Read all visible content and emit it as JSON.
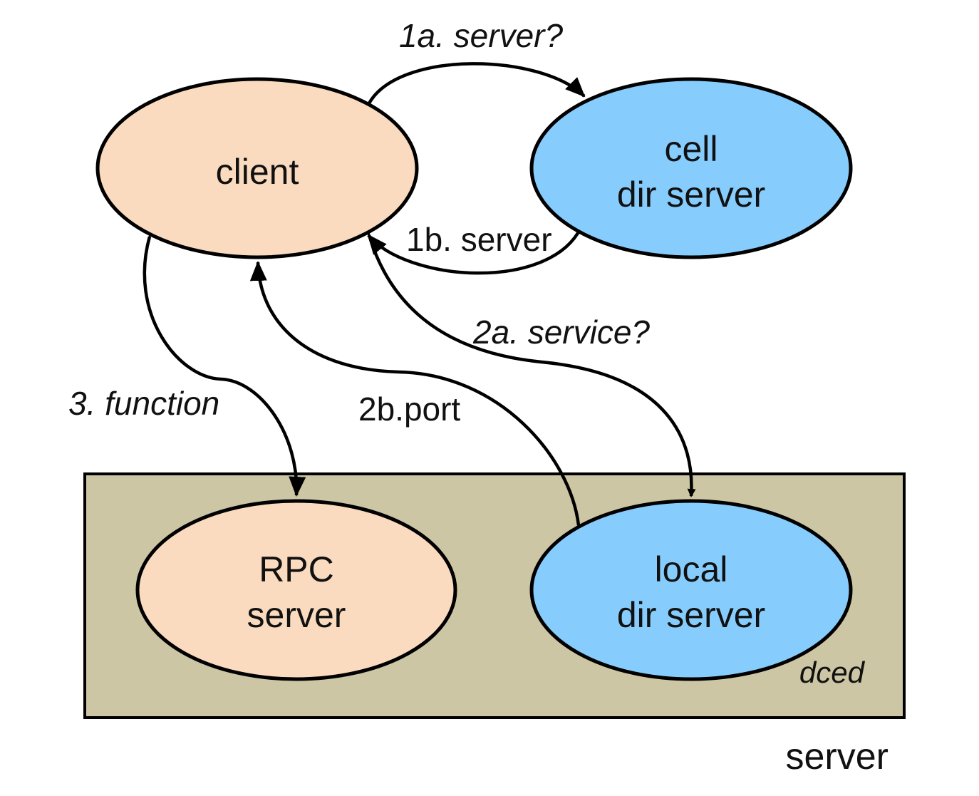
{
  "colors": {
    "client_fill": "#fbdbbf",
    "dir_server_fill": "#86ccfd",
    "server_box_fill": "#cdc6a5",
    "stroke": "#000000"
  },
  "nodes": {
    "client": {
      "lines": [
        "client"
      ]
    },
    "cell_dir_server": {
      "lines": [
        "cell",
        "dir server"
      ]
    },
    "rpc_server": {
      "lines": [
        "RPC",
        "server"
      ]
    },
    "local_dir_server": {
      "lines": [
        "local",
        "dir server"
      ]
    }
  },
  "server_box": {
    "label": "server",
    "dced_label": "dced"
  },
  "edges": {
    "e1a": {
      "label": "1a. server?",
      "from": "client",
      "to": "cell_dir_server"
    },
    "e1b": {
      "label": "1b. server",
      "from": "cell_dir_server",
      "to": "client"
    },
    "e2a": {
      "label": "2a. service?",
      "from": "client",
      "to": "local_dir_server"
    },
    "e2b": {
      "label": "2b.port",
      "from": "local_dir_server",
      "to": "client"
    },
    "e3": {
      "label": "3. function",
      "from": "client",
      "to": "rpc_server"
    }
  }
}
